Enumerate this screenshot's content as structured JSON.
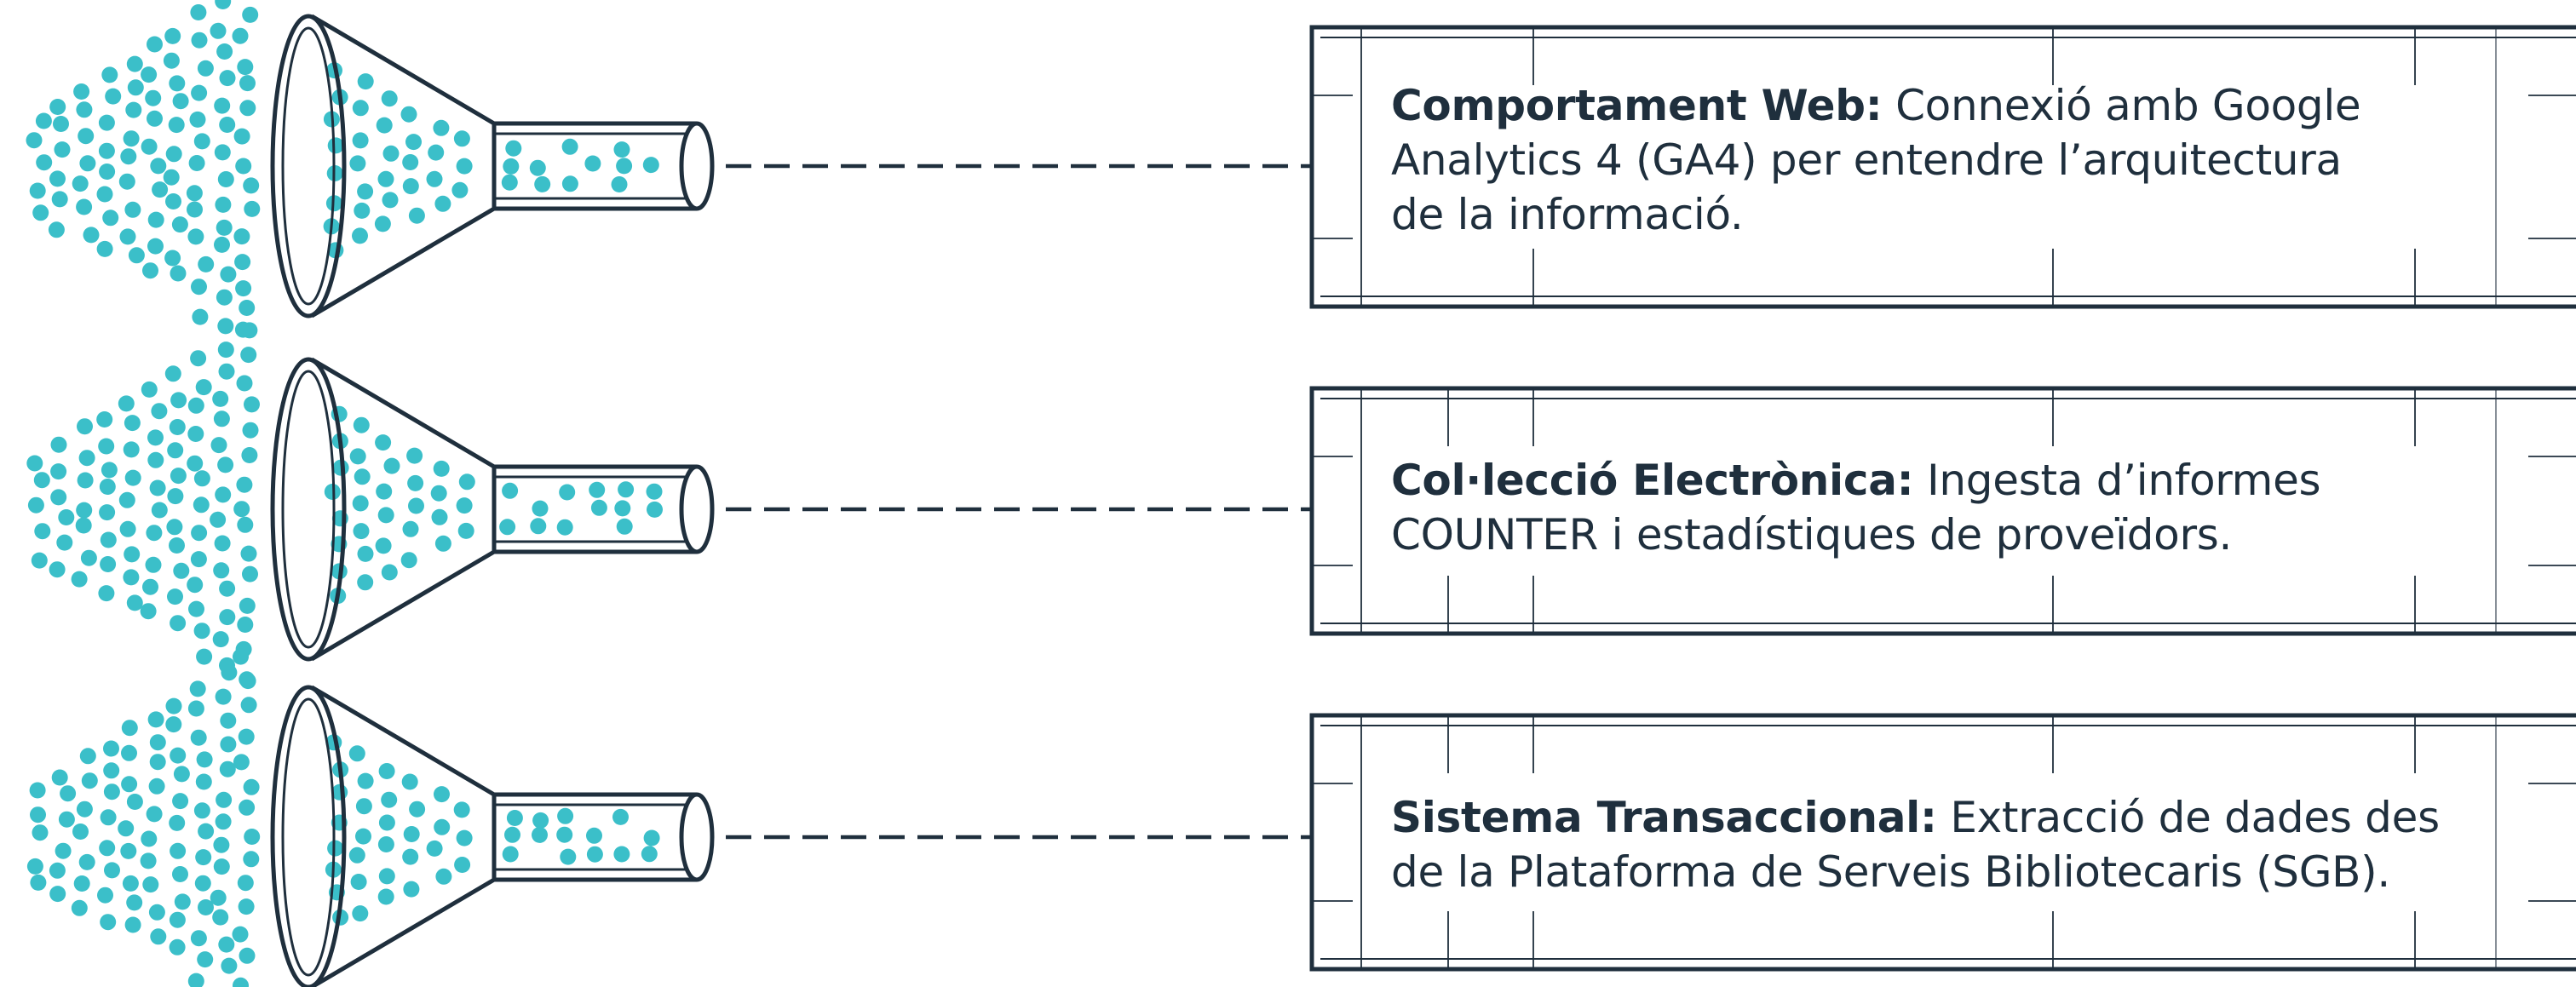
{
  "colors": {
    "ink": "#1f2f3d",
    "particles": "#3bbfc9",
    "background": "#ffffff"
  },
  "icons": [
    "funnel-icon",
    "particles-icon"
  ],
  "rows": [
    {
      "title": "Comportament Web:",
      "lines": [
        "Connexió amb Google",
        "Analytics 4 (GA4) per entendre l’arquitectura",
        "de la informació."
      ]
    },
    {
      "title": "Col·lecció Electrònica:",
      "lines": [
        "Ingesta d’informes",
        "COUNTER i estadístiques de proveïdors."
      ]
    },
    {
      "title": "Sistema Transaccional:",
      "lines": [
        "Extracció de dades des",
        "de la Plataforma de Serveis Bibliotecaris (SGB)."
      ]
    }
  ]
}
